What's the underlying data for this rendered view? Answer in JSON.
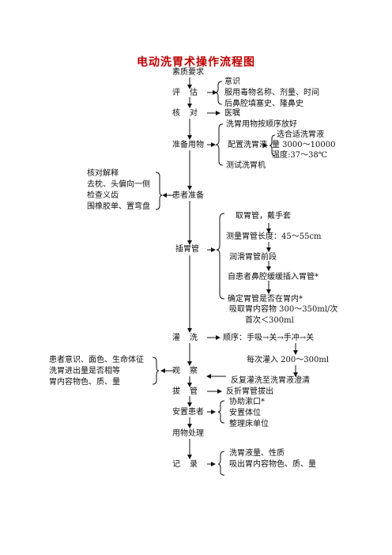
{
  "title": "电动洗胃术操作流程图",
  "steps": {
    "s0": "素质要求",
    "s1": "评估",
    "s2": "核对",
    "s3": "准备用物",
    "s4": "患者准备",
    "s5": "插胃管",
    "s6": "灌洗",
    "s7": "观察",
    "s8": "拔管",
    "s9": "安置患者",
    "s10": "用物处理",
    "s11": "记录"
  },
  "assess": [
    "意识",
    "服用毒物名称、剂量、时间",
    "后鼻腔填塞史、隆鼻史"
  ],
  "verify": "医嘱",
  "prepare": {
    "order": "洗胃用物按顺序放好",
    "solution_label": "配置洗胃液",
    "solution": [
      "选合适洗胃液",
      "量 3000～10000",
      "温度:37～38℃"
    ],
    "test": "测试洗胃机"
  },
  "patient_prep": [
    "核对解释",
    "去枕、头偏向一侧",
    "检查义齿",
    "围橡胶单、置弯盘"
  ],
  "intubation": [
    "取胃管，戴手套",
    "测量胃管长度：45～55cm",
    "润滑胃管前段",
    "自患者鼻腔缓缓插入胃管*",
    "确定胃管是否在胃内*",
    "吸取胃内容物 300～350ml/次",
    "首次＜300ml"
  ],
  "lavage": {
    "sequence_label": "顺序：手吸→关→手冲→关",
    "volume": "每次灌入 200～300ml",
    "repeat": "反复灌洗至洗胃液澄清"
  },
  "observe": [
    "患者意识、面色、生命体征",
    "洗胃进出量是否相等",
    "胃内容物色、质、量"
  ],
  "remove": "反折胃管拔出",
  "settle": [
    "协助漱口*",
    "安置体位",
    "整理床单位"
  ],
  "record": [
    "洗胃液量、性质",
    "吸出胃内容物色、质、量"
  ]
}
